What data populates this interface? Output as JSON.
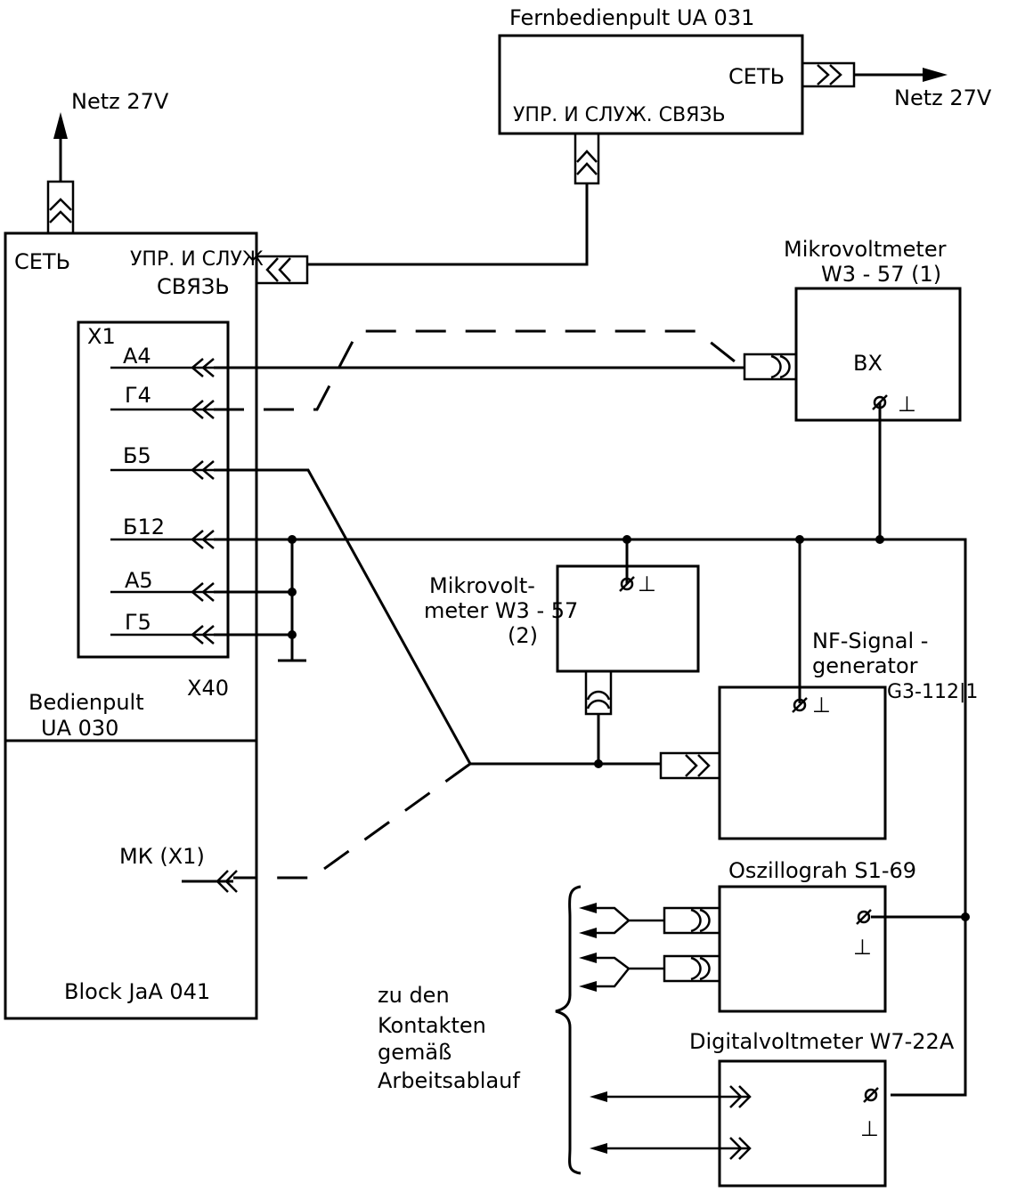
{
  "labels": {
    "netz_left": "Netz 27V",
    "netz_right": "Netz 27V",
    "fernbedienpult": "Fernbedienpult  UA 031",
    "fern_set": "СЕТЬ",
    "fern_upr": "УПР. И СЛУЖ. СВЯЗЬ",
    "block_set": "СЕТЬ",
    "block_upr1": "УПР. И СЛУЖ",
    "block_upr2": "СВЯЗЬ",
    "x1": "X1",
    "pin_a4": "А4",
    "pin_g4": "Г4",
    "pin_b5": "Б5",
    "pin_b12": "Б12",
    "pin_a5": "А5",
    "pin_g5": "Г5",
    "x40": "X40",
    "bedienpult1": "Bedienpult",
    "bedienpult2": "UA  030",
    "mk": "МК  (X1)",
    "block": "Block  JaA 041",
    "mv1_title1": "Mikrovoltmeter",
    "mv1_title2": "W3 - 57 (1)",
    "mv1_bx": "ВХ",
    "mv2_title1": "Mikrovolt-",
    "mv2_title2": "meter W3 - 57",
    "mv2_title3": "(2)",
    "nf1": "NF-Signal -",
    "nf2": "generator",
    "nf3": "G3-112|1",
    "osc": "Oszillograh  S1-69",
    "dvm": "Digitalvoltmeter  W7-22A",
    "zu1": "zu  den",
    "zu2": "Kontakten",
    "zu3": "gemäß",
    "zu4": "Arbeitsablauf",
    "ground": "⊥"
  }
}
